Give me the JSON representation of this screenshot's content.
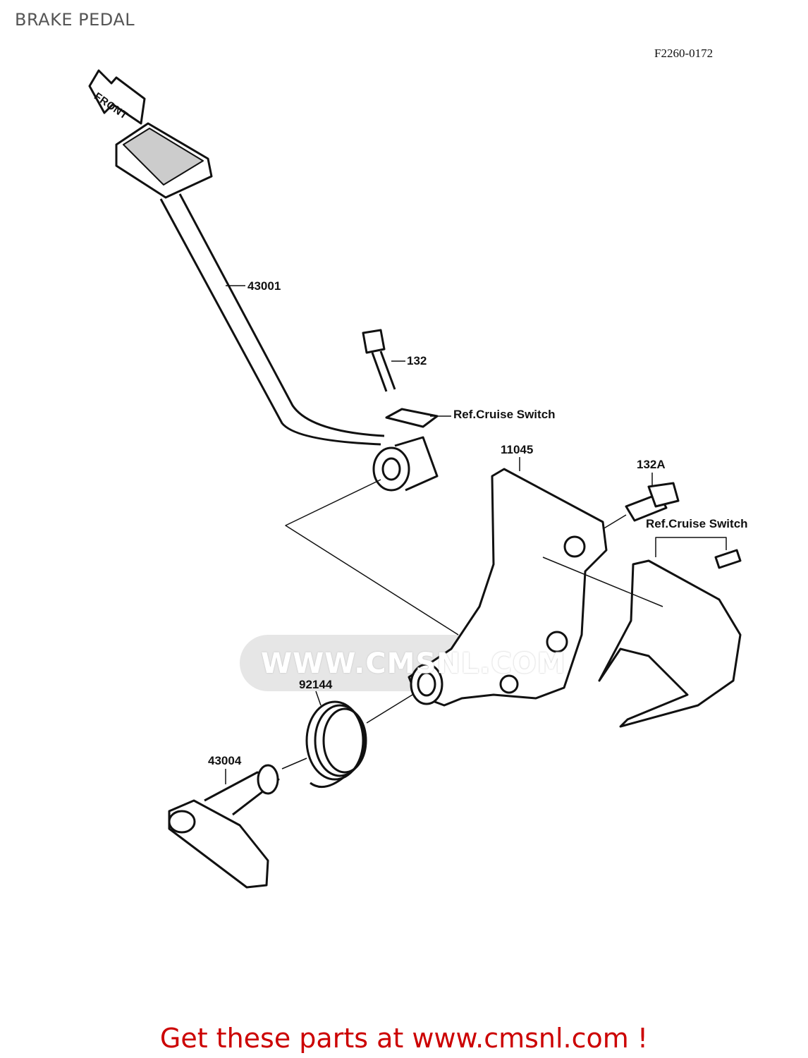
{
  "header": {
    "title": "BRAKE PEDAL",
    "diagram_code": "F2260-0172"
  },
  "front_arrow": {
    "label": "FRONT"
  },
  "callouts": [
    {
      "id": "pedal",
      "label": "43001"
    },
    {
      "id": "bolt",
      "label": "132"
    },
    {
      "id": "cruise-switch-1",
      "label": "Ref.Cruise Switch"
    },
    {
      "id": "bracket",
      "label": "11045"
    },
    {
      "id": "bolt-a",
      "label": "132A"
    },
    {
      "id": "cruise-switch-2",
      "label": "Ref.Cruise Switch"
    },
    {
      "id": "spring",
      "label": "92144"
    },
    {
      "id": "shaft",
      "label": "43004"
    }
  ],
  "watermark": {
    "text": "WWW.CMSNL.COM"
  },
  "footer": {
    "cta": "Get these parts at www.cmsnl.com !"
  },
  "colors": {
    "cta": "#cc0000",
    "line": "#111111",
    "watermark": "#eeeeee"
  }
}
